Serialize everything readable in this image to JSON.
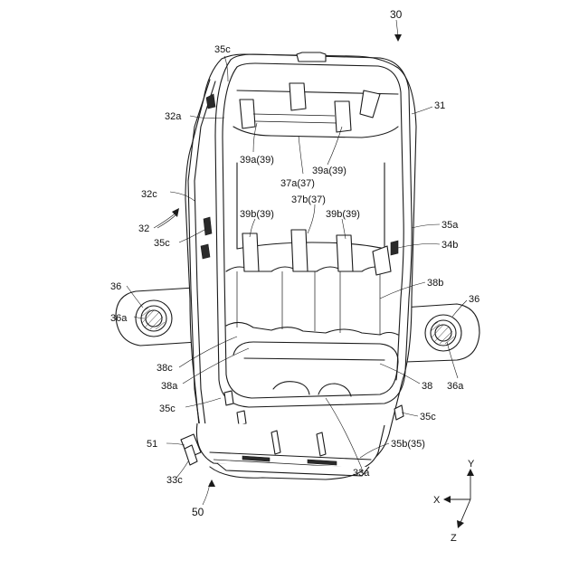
{
  "labels": {
    "l30": "30",
    "l31": "31",
    "l32": "32",
    "l32a": "32a",
    "l32c": "32c",
    "l33a": "33a",
    "l33c": "33c",
    "l34b": "34b",
    "l35a": "35a",
    "l35b": "35b(35)",
    "l35c_top": "35c",
    "l35c_left": "35c",
    "l35c_bottom": "35c",
    "l35c_right": "35c",
    "l36_left": "36",
    "l36_right": "36",
    "l36a_left": "36a",
    "l36a_right": "36a",
    "l37a": "37a(37)",
    "l37b": "37b(37)",
    "l38": "38",
    "l38a": "38a",
    "l38b": "38b",
    "l38c": "38c",
    "l39a_left": "39a(39)",
    "l39a_right": "39a(39)",
    "l39b_left": "39b(39)",
    "l39b_right": "39b(39)",
    "l50": "50",
    "l51": "51"
  },
  "axes": {
    "x": "X",
    "y": "Y",
    "z": "Z"
  }
}
